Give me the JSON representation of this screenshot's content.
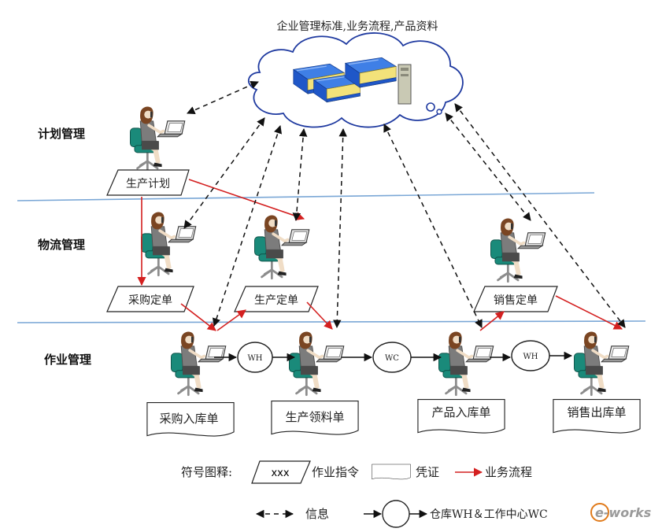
{
  "title": "企业管理标准,业务流程,产品资料",
  "lanes": [
    {
      "id": "plan",
      "label": "计划管理"
    },
    {
      "id": "logistics",
      "label": "物流管理"
    },
    {
      "id": "operation",
      "label": "作业管理"
    }
  ],
  "instructions": {
    "production_plan": "生产计划",
    "purchase_order": "采购定单",
    "production_order": "生产定单",
    "sales_order": "销售定单"
  },
  "vouchers": {
    "purchase_receipt": "采购入库单",
    "material_requisition": "生产领料单",
    "product_receipt": "产品入库单",
    "sales_delivery": "销售出库单"
  },
  "nodes": {
    "wh1": "WH",
    "wc": "WC",
    "wh2": "WH"
  },
  "legend": {
    "title": "符号图释:",
    "instruction_sample": "xxx",
    "instruction_label": "作业指令",
    "voucher_label": "凭证",
    "flow_label": "业务流程",
    "info_label": "信息",
    "node_label": "仓库WH＆工作中心WC"
  },
  "watermark": "e-works",
  "colors": {
    "flow": "#d42020",
    "info": "#111111",
    "lane_line": "#7aa7d6",
    "book": "#1f57c8",
    "chair": "#1a8a7a"
  }
}
